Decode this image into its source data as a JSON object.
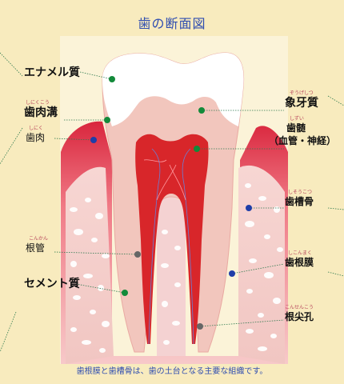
{
  "title": "歯の断面図",
  "labels": {
    "enamel": "エナメル質",
    "gingival_sulcus": "歯肉溝",
    "gingival_sulcus_ruby": "しにくこう",
    "gingiva": "歯肉",
    "gingiva_ruby": "しにく",
    "root_canal": "根管",
    "root_canal_ruby": "こんかん",
    "cementum": "セメント質",
    "dentin": "象牙質",
    "dentin_ruby": "ぞうげしつ",
    "pulp": "歯髄",
    "pulp_ruby": "しずい",
    "pulp_sub": "（血管・神経）",
    "alveolar_bone": "歯槽骨",
    "alveolar_bone_ruby": "しそうこつ",
    "periodontal_ligament": "歯根膜",
    "periodontal_ligament_ruby": "しこんまく",
    "apical_foramen": "根尖孔",
    "apical_foramen_ruby": "こんせんこう"
  },
  "caption": "歯根膜と歯槽骨は、歯の土台となる主要な組織です。",
  "colors": {
    "background": "#f8ebbe",
    "title": "#2f4db0",
    "enamel": "#ffffff",
    "dentin": "#f2c6bd",
    "pulp": "#d8262a",
    "gum": "#e85a6a",
    "bone": "#f4d2d2",
    "marker_green": "#138a3a",
    "marker_blue": "#1f3ea8",
    "marker_gray": "#666666",
    "leader": "#2e7a4f"
  }
}
